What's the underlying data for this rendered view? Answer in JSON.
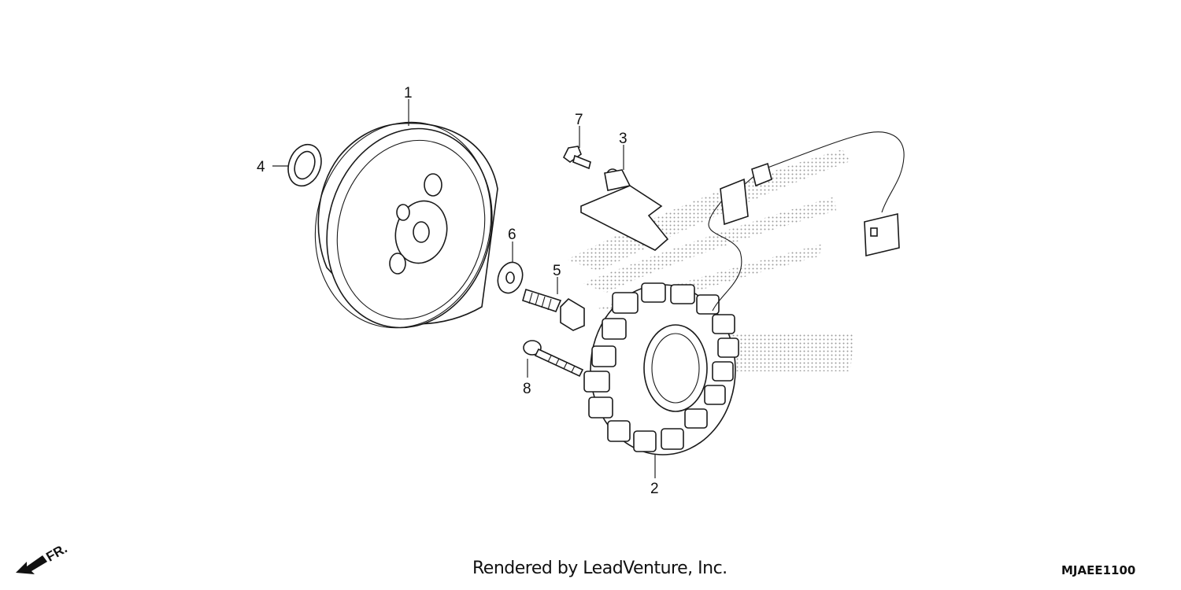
{
  "diagram": {
    "callouts": [
      {
        "id": "1",
        "label": "1"
      },
      {
        "id": "2",
        "label": "2"
      },
      {
        "id": "3",
        "label": "3"
      },
      {
        "id": "4",
        "label": "4"
      },
      {
        "id": "5",
        "label": "5"
      },
      {
        "id": "6",
        "label": "6"
      },
      {
        "id": "7",
        "label": "7"
      },
      {
        "id": "8",
        "label": "8"
      }
    ],
    "front_indicator": "FR.",
    "watermark_icon": "honda-wing-logo-icon"
  },
  "footer": {
    "credit": "Rendered by LeadVenture, Inc.",
    "diagram_code": "MJAEE1100"
  }
}
